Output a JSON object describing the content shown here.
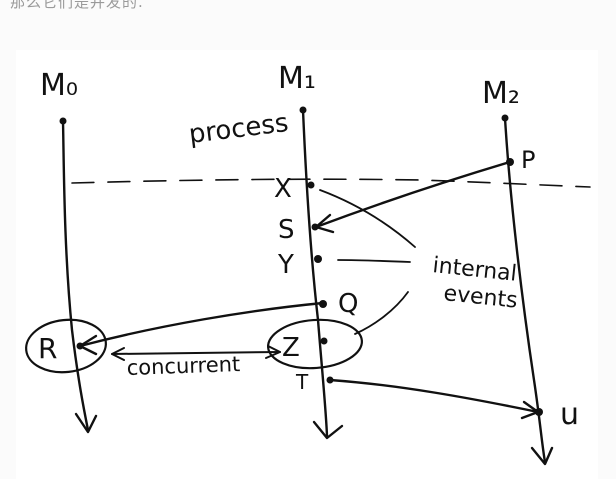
{
  "caption": "那么它们是并发的.",
  "diagram": {
    "processes": [
      {
        "id": "m0",
        "label": "M₀"
      },
      {
        "id": "m1",
        "label": "M₁"
      },
      {
        "id": "m2",
        "label": "M₂"
      }
    ],
    "process_note": "process",
    "events": {
      "X": "X",
      "S": "S",
      "Y": "Y",
      "Q": "Q",
      "Z": "Z",
      "T": "T",
      "R": "R",
      "P": "P",
      "U": "u"
    },
    "annotations": {
      "internal_line1": "internal",
      "internal_line2": "events",
      "concurrent": "concurrent"
    },
    "ink_color": "#111111"
  }
}
